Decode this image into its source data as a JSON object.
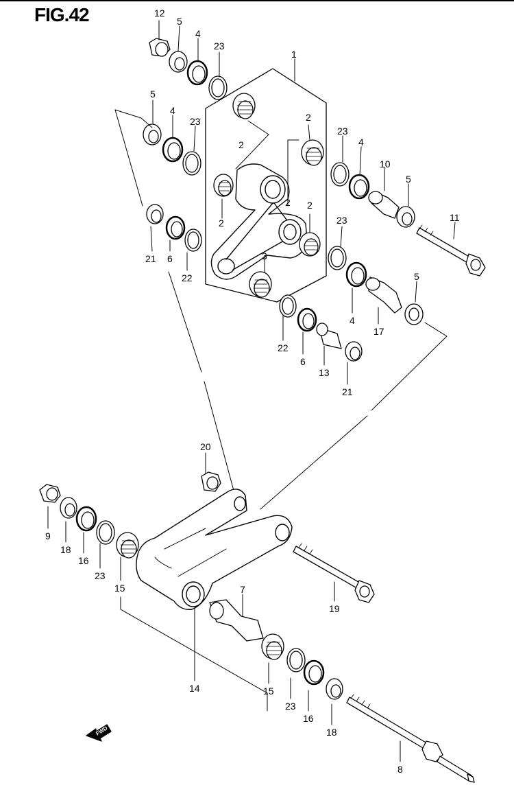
{
  "figure": {
    "title": "FIG.42",
    "fwd_label": "FWD"
  },
  "callouts": [
    "12",
    "5",
    "4",
    "23",
    "1",
    "5",
    "4",
    "23",
    "2",
    "2",
    "2",
    "23",
    "4",
    "10",
    "5",
    "2",
    "2",
    "11",
    "21",
    "6",
    "22",
    "3",
    "23",
    "5",
    "4",
    "17",
    "22",
    "6",
    "13",
    "21",
    "20",
    "9",
    "18",
    "16",
    "23",
    "15",
    "7",
    "19",
    "14",
    "15",
    "23",
    "16",
    "18",
    "8"
  ]
}
